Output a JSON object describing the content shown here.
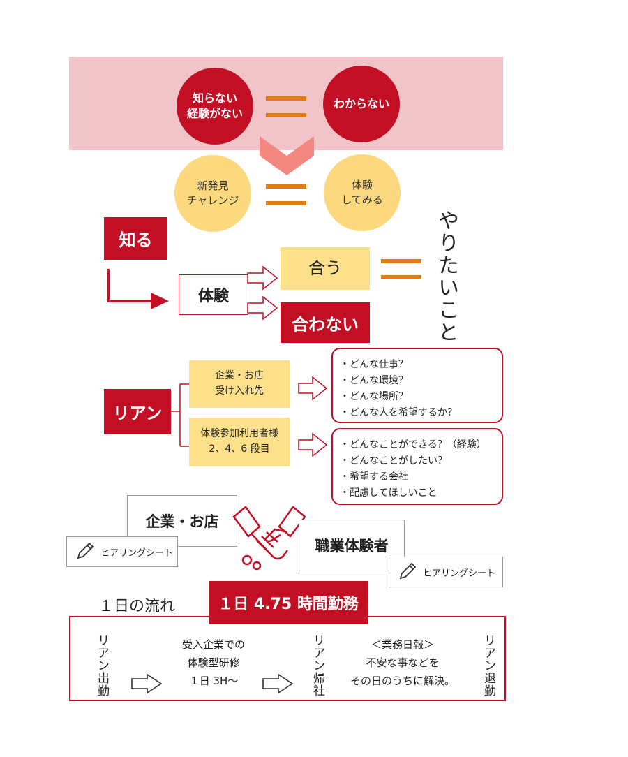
{
  "top_equation": {
    "left": "知らない\n経験がない",
    "right": "わからない",
    "colors": {
      "band": "#f0c4c9",
      "circle": "#c20f24",
      "equals": "#e07d10"
    }
  },
  "second_equation": {
    "left": "新発見\nチャレンジ",
    "right": "体験\nしてみる",
    "colors": {
      "circle": "#fcd97f"
    }
  },
  "flow": {
    "know": "知る",
    "experience": "体験",
    "match": "合う",
    "nomatch": "合わない",
    "want": "やりたいこと"
  },
  "lian": {
    "label": "リアン",
    "companies": "企業・お店\n受け入れ先",
    "users": "体験参加利用者様\n2、4、6 段目",
    "company_items": [
      "どんな仕事？",
      "どんな環境？",
      "どんな場所？",
      "どんな人を希望するか？"
    ],
    "user_items": [
      "どんなことができる？（経験）",
      "どんなことがしたい？",
      "希望する会社",
      "配慮してほしいこと"
    ]
  },
  "handshake": {
    "company": "企業・お店",
    "experiencer": "職業体験者",
    "sheet_left": "ヒアリングシート",
    "sheet_right": "ヒアリングシート",
    "icons": [
      "pencil-icon",
      "handshake-icon"
    ]
  },
  "schedule": {
    "title": "１日の流れ",
    "badge": "１日 4.75 時間勤務",
    "step1": "リアン出勤",
    "step2": "受入企業での\n体験型研修\n１日 3H〜",
    "step3": "リアン帰社",
    "step4": "＜業務日報＞\n不安な事などを\nその日のうちに解決。",
    "step5": "リアン退勤"
  }
}
